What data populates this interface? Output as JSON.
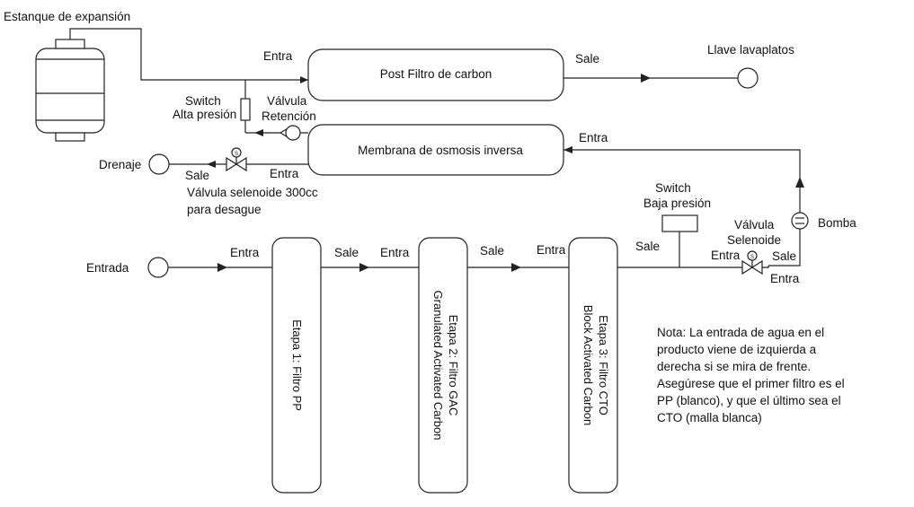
{
  "labels": {
    "expansion_tank": "Estanque de expansión",
    "post_filter": "Post Filtro de carbon",
    "post_filter_in": "Entra",
    "post_filter_out": "Sale",
    "faucet": "Llave lavaplatos",
    "switch_high_1": "Switch",
    "switch_high_2": "Alta presión",
    "check_valve_1": "Válvula",
    "check_valve_2": "Retención",
    "membrane": "Membrana de osmosis inversa",
    "membrane_in": "Entra",
    "drain": "Drenaje",
    "drain_out": "Sale",
    "drain_in": "Entra",
    "drain_valve_1": "Válvula selenoide 300cc",
    "drain_valve_2": "para desague",
    "switch_low_1": "Switch",
    "switch_low_2": "Baja presión",
    "solenoid_1": "Válvula",
    "solenoid_2": "Selenoide",
    "pump": "Bomba",
    "solenoid_in": "Entra",
    "solenoid_out": "Sale",
    "pump_in": "Entra",
    "inlet": "Entrada",
    "stage1_in": "Entra",
    "stage1_out": "Sale",
    "stage2_in": "Entra",
    "stage2_out": "Sale",
    "stage3_in": "Entra",
    "stage3_out": "Sale",
    "stage1": "Etapa 1: Filtro PP",
    "stage2_1": "Etapa 2: Filtro GAC",
    "stage2_2": "Granulated Activated Carbon",
    "stage3_1": "Etapa 3: Filtro CTO",
    "stage3_2": "Block Activated Carbon",
    "valve_symbol": "S"
  },
  "note": [
    "Nota: La entrada de agua en el",
    "producto viene de izquierda a",
    "derecha si se mira de frente.",
    "Asegúrese que el primer filtro es el",
    "PP (blanco), y que el último sea el",
    "CTO (malla blanca)"
  ]
}
